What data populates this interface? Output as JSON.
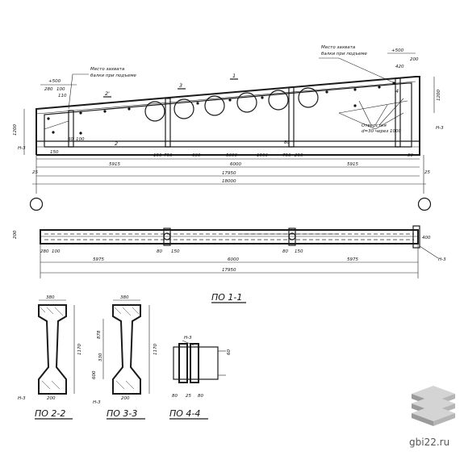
{
  "labels": {
    "lift_left_line1": "Место захвата",
    "lift_left_line2": "балки при подъеме",
    "lift_right_line1": "Место захвата",
    "lift_right_line2": "балки при подъеме",
    "holes_line1": "Отверстия",
    "holes_line2": "d=30 через 1000",
    "section_1": "ПО 1-1",
    "section_2": "ПО 2-2",
    "section_3": "ПО 3-3",
    "section_4": "ПО 4-4",
    "site": "gbi22.ru",
    "n3": "Н-3",
    "cut_1": "1",
    "cut_2": "2",
    "cut_3": "3",
    "cut_4": "4",
    "cut_2_mark": "2'"
  },
  "dimensions": {
    "top_500_left": "+500",
    "top_100": "100",
    "top_280": "280",
    "top_110": "110",
    "top_500_right": "+500",
    "top_200": "200",
    "top_420": "420",
    "h_1200_right": "1200",
    "h_1200_left": "1200",
    "d_60": "60",
    "d_100": "100",
    "d_150": "150",
    "d_600": "600",
    "d_5300": "5300",
    "d_1500": "1500",
    "d_750": "750",
    "d_250": "250",
    "d_80": "80",
    "d_5915": "5915",
    "d_6000": "6000",
    "d_17950": "17950",
    "d_18000": "18000",
    "d_25": "25",
    "p_5975_left": "5975",
    "p_6000": "6000",
    "p_5975_right": "5975",
    "p_17950": "17950",
    "p_200": "200",
    "p_400": "400",
    "s2_380": "380",
    "s2_1170": "1170",
    "s2_200": "200",
    "s3_380": "380",
    "s3_878": "878",
    "s3_600": "600",
    "s3_330": "330",
    "s3_200": "200",
    "s3_1170": "1170",
    "s4_60": "60",
    "s4_25": "25"
  },
  "colors": {
    "ink": "#1a1a1a",
    "cube_top": "#cfcfcf",
    "cube_side": "#9a9a9a",
    "site": "#555555"
  },
  "icons": [
    "cube-stack-logo-icon"
  ]
}
